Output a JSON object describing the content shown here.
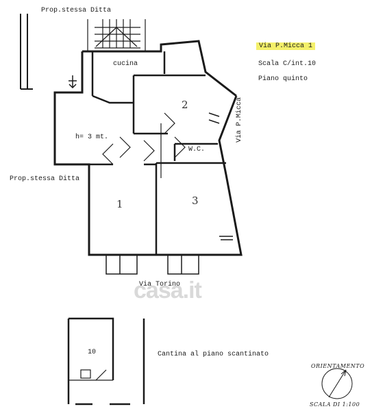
{
  "labels": {
    "prop_top": "Prop.stessa Ditta",
    "prop_left": "Prop.stessa Ditta",
    "cucina": "cucina",
    "room_2": "2",
    "room_1": "1",
    "room_3": "3",
    "height": "h= 3 mt.",
    "wc": "W.C.",
    "via_micca_vertical": "Via P.Micca",
    "via_torino": "Via Torino",
    "cantina_number": "10",
    "cantina_caption": "Cantina al piano scantinato",
    "orientamento": "ORIENTAMENTO",
    "scale": "SCALA DI 1:100"
  },
  "info": {
    "address": "Via P.Micca 1",
    "stair": "Scala C/int.10",
    "floor": "Piano quinto"
  },
  "watermark": "casa.it",
  "colors": {
    "line": "#1a1a1a",
    "highlight": "#f4f06a",
    "watermark": "#d9d9d9"
  }
}
